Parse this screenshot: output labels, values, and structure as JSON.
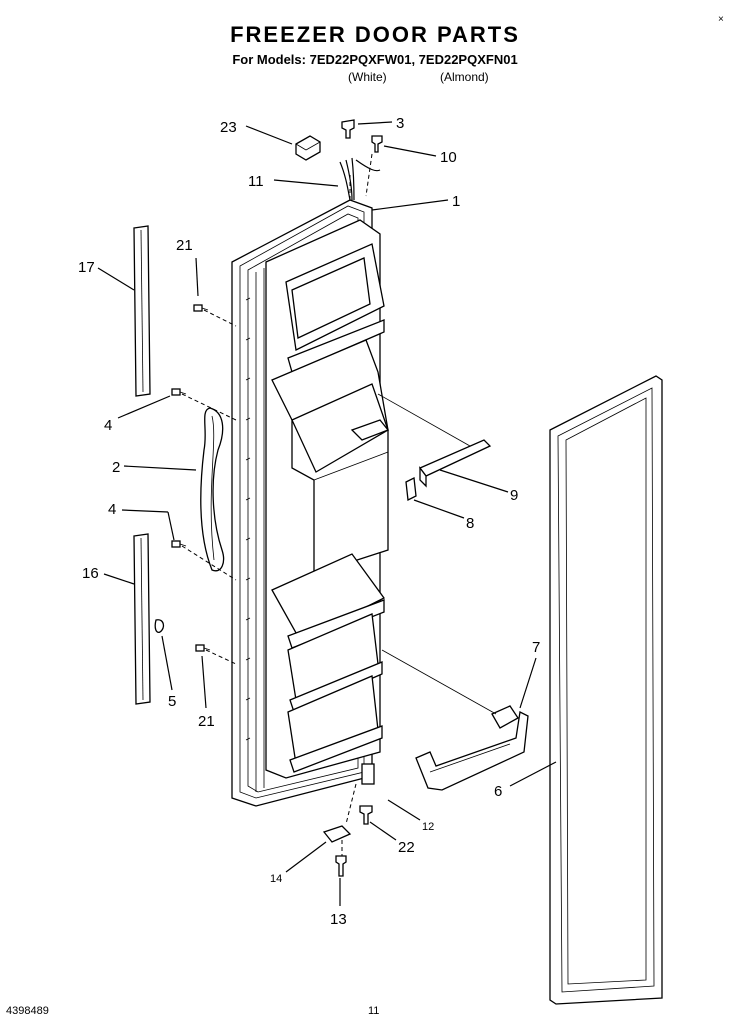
{
  "header": {
    "title": "FREEZER DOOR PARTS",
    "models": "For Models: 7ED22PQXFW01, 7ED22PQXFN01",
    "variant_white": "(White)",
    "variant_almond": "(Almond)"
  },
  "corner_mark": "×",
  "callouts": {
    "c23": "23",
    "c3": "3",
    "c10": "10",
    "c11": "11",
    "c1": "1",
    "c21a": "21",
    "c17": "17",
    "c4a": "4",
    "c2": "2",
    "c4b": "4",
    "c16": "16",
    "c5": "5",
    "c21b": "21",
    "c9": "9",
    "c8": "8",
    "c7": "7",
    "c6": "6",
    "c12": "12",
    "c22": "22",
    "c14": "14",
    "c13": "13"
  },
  "footer": {
    "doc_number": "4398489",
    "page": "11"
  }
}
